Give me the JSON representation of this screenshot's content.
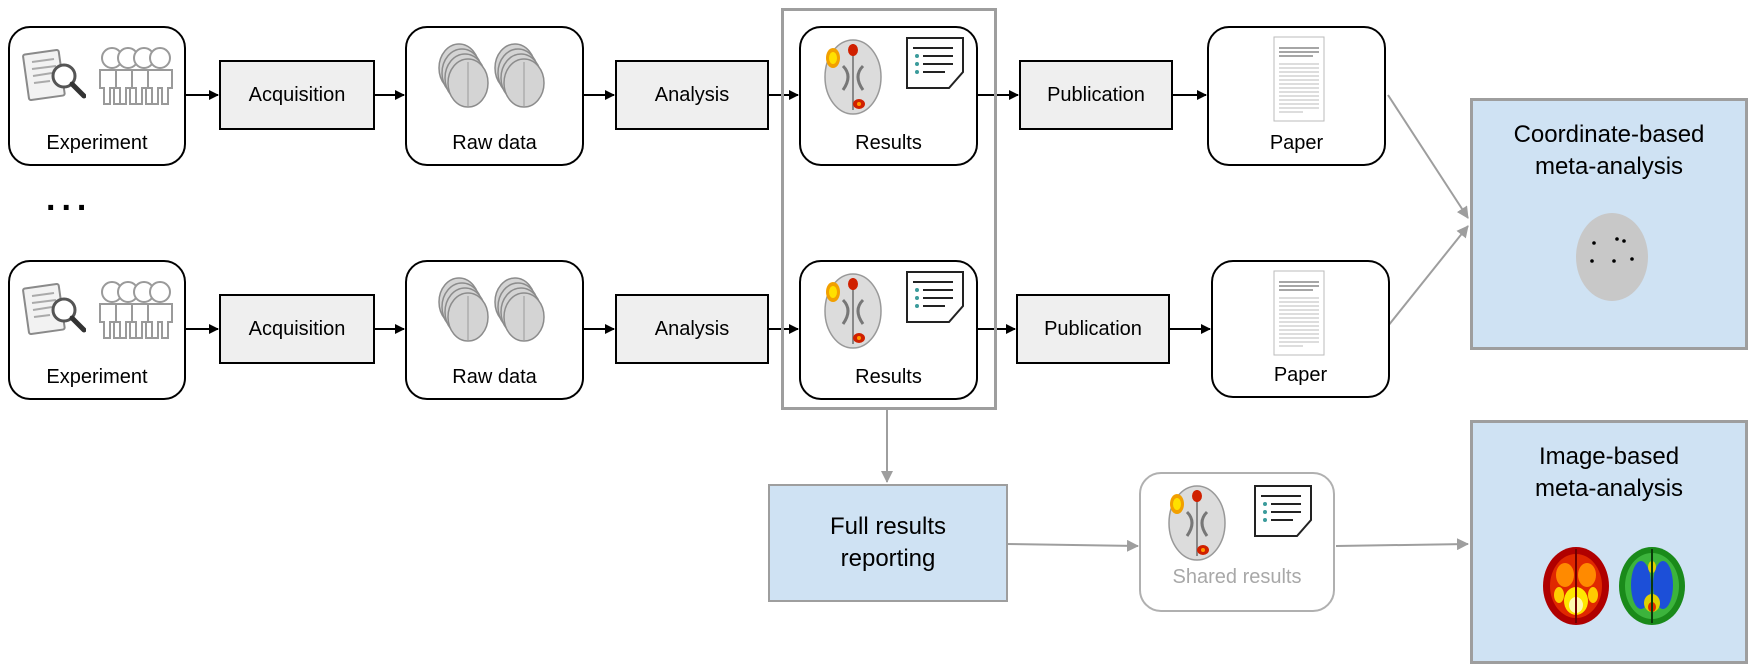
{
  "labels": {
    "experiment": "Experiment",
    "acquisition": "Acquisition",
    "raw_data": "Raw data",
    "analysis": "Analysis",
    "results": "Results",
    "publication": "Publication",
    "paper": "Paper",
    "ellipsis": "...",
    "full_results": "Full results\nreporting",
    "shared_results": "Shared results",
    "coordinate_meta": "Coordinate-based\nmeta-analysis",
    "image_meta": "Image-based\nmeta-analysis"
  },
  "colors": {
    "meta_fill": "#cfe2f3",
    "process_fill": "#efefef",
    "gray_border": "#9e9e9e",
    "shared_text": "#a8a8a8"
  },
  "icons": [
    "experiment-icon",
    "people-icon",
    "brain-stack-icon",
    "activation-brain-icon",
    "report-icon",
    "paper-icon",
    "dot-brain-icon",
    "hot-map-brain-icon",
    "cool-map-brain-icon"
  ]
}
